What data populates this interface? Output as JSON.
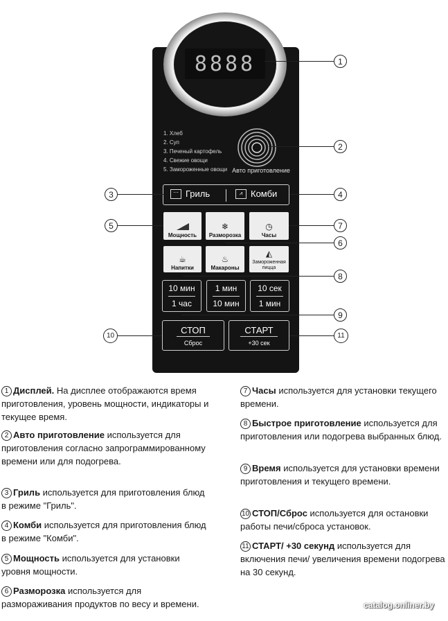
{
  "display": {
    "digits": "8888"
  },
  "auto_programs": [
    "1. Хлеб",
    "2. Суп",
    "3. Печеный картофель",
    "4. Свежие овощи",
    "5. Замороженные овощи"
  ],
  "auto_label": "Авто приготовление",
  "grill_label": "Гриль",
  "combi_label": "Комби",
  "buttons": {
    "power": "Мощность",
    "defrost": "Разморозка",
    "clock": "Часы",
    "drinks": "Напитки",
    "pasta": "Макароны",
    "pizza": "Замороженная пицца"
  },
  "time_buttons": [
    {
      "top": "10 мин",
      "bottom": "1 час"
    },
    {
      "top": "1 мин",
      "bottom": "10 мин"
    },
    {
      "top": "10 сек",
      "bottom": "1 мин"
    }
  ],
  "stop": {
    "top": "СТОП",
    "bottom": "Сброс"
  },
  "start": {
    "top": "СТАРТ",
    "bottom": "+30 сек"
  },
  "callouts": [
    "1",
    "2",
    "3",
    "4",
    "5",
    "6",
    "7",
    "8",
    "9",
    "10",
    "11"
  ],
  "descriptions": {
    "d1": {
      "n": "1",
      "bold": "Дисплей.",
      "text": " На дисплее отображаются время приготовления, уровень мощности, индикаторы и текущее время."
    },
    "d2": {
      "n": "2",
      "bold": "Авто приготовление",
      "text": " используется для приготовления согласно запрограммированному времени или для подогрева."
    },
    "d3": {
      "n": "3",
      "bold": "Гриль",
      "text": " используется для приготовления блюд в режиме \"Гриль\"."
    },
    "d4": {
      "n": "4",
      "bold": "Комби",
      "text": " используется для приготовления блюд в режиме \"Комби\"."
    },
    "d5": {
      "n": "5",
      "bold": "Мощность",
      "text": " используется для установки уровня мощности."
    },
    "d6": {
      "n": "6",
      "bold": "Разморозка",
      "text": " используется для размораживания продуктов по весу и времени."
    },
    "d7": {
      "n": "7",
      "bold": "Часы",
      "text": " используется для установки текущего времени."
    },
    "d8": {
      "n": "8",
      "bold": "Быстрое приготовление",
      "text": " используется для приготовления или подогрева выбранных блюд."
    },
    "d9": {
      "n": "9",
      "bold": "Время",
      "text": " используется для установки времени приготовления и текущего времени."
    },
    "d10": {
      "n": "10",
      "bold": "СТОП/Сброс",
      "text": " используется для остановки работы печи/сброса установок."
    },
    "d11": {
      "n": "11",
      "bold": "СТАРТ/ +30 секунд",
      "text": " используется для включения печи/ увеличения времени подогрева на 30 секунд."
    }
  },
  "watermark": "catalog.onliner.by"
}
